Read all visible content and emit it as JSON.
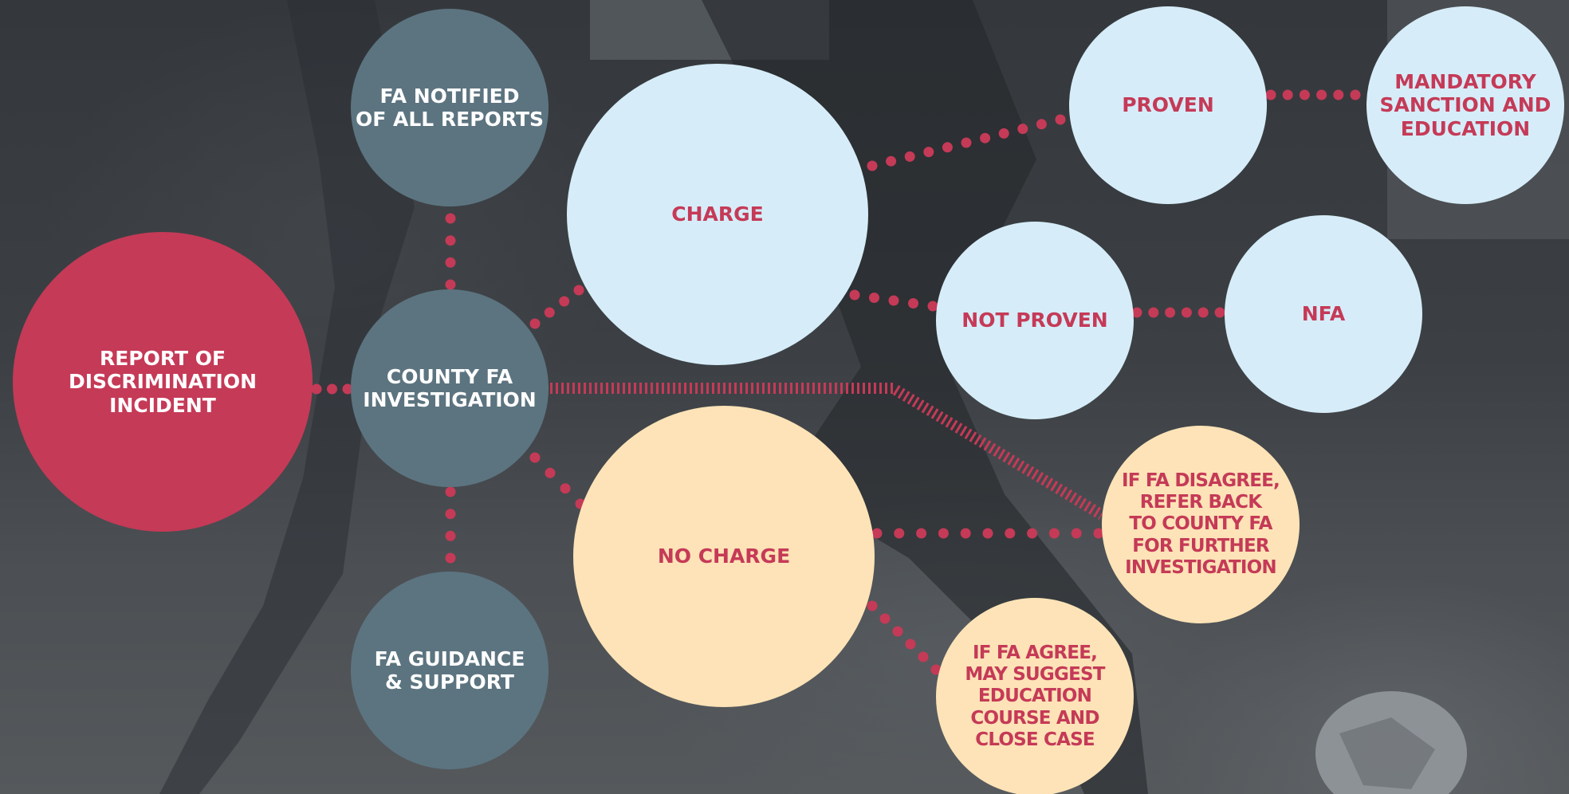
{
  "diagram": {
    "nodes": {
      "report": "REPORT OF\nDISCRIMINATION\nINCIDENT",
      "fa_notified": "FA NOTIFIED\nOF ALL REPORTS",
      "county_investigation": "COUNTY FA\nINVESTIGATION",
      "fa_guidance": "FA GUIDANCE\n& SUPPORT",
      "charge": "CHARGE",
      "no_charge": "NO CHARGE",
      "proven": "PROVEN",
      "mandatory_sanction": "MANDATORY\nSANCTION AND\nEDUCATION",
      "not_proven": "NOT PROVEN",
      "nfa": "NFA",
      "fa_disagree": "IF FA DISAGREE,\nREFER BACK\nTO COUNTY FA\nFOR FURTHER\nINVESTIGATION",
      "fa_agree": "IF FA AGREE,\nMAY SUGGEST\nEDUCATION\nCOURSE AND\nCLOSE CASE"
    },
    "colors": {
      "red": "#c53a57",
      "slate": "#5c7480",
      "light_blue": "#d6edf9",
      "cream": "#fde3b7",
      "connector": "#c53a57"
    }
  }
}
